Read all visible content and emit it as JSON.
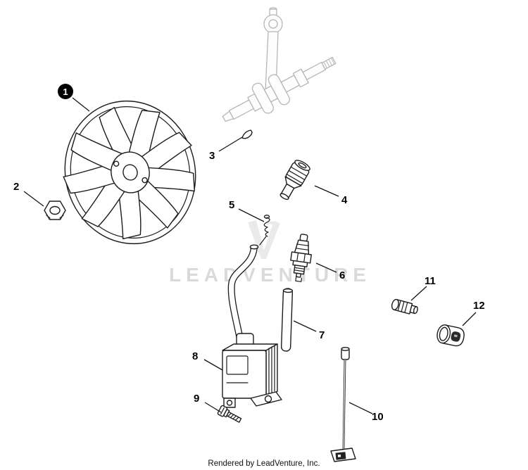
{
  "document": {
    "type": "exploded-parts-diagram",
    "watermark": "LEADVENTURE",
    "footer": "Rendered by LeadVenture, Inc."
  },
  "colors": {
    "ink": "#1c1c1c",
    "ghost_part": "#b6b6b6",
    "watermark": "#dadada",
    "background": "#ffffff"
  },
  "callouts": [
    {
      "label": "1",
      "part": "flywheel",
      "style": "filled-circle"
    },
    {
      "label": "2",
      "part": "flywheel-nut",
      "style": "plain"
    },
    {
      "label": "3",
      "part": "woodruff-key",
      "style": "plain"
    },
    {
      "label": "4",
      "part": "intake-fitting",
      "style": "plain"
    },
    {
      "label": "5",
      "part": "spring",
      "style": "plain"
    },
    {
      "label": "6",
      "part": "spark-plug",
      "style": "plain"
    },
    {
      "label": "7",
      "part": "tube",
      "style": "plain"
    },
    {
      "label": "8",
      "part": "ignition-coil",
      "style": "plain"
    },
    {
      "label": "9",
      "part": "screw",
      "style": "plain"
    },
    {
      "label": "10",
      "part": "switch-wire",
      "style": "plain"
    },
    {
      "label": "11",
      "part": "plug-cap",
      "style": "plain"
    },
    {
      "label": "12",
      "part": "end-cap",
      "style": "plain"
    }
  ]
}
